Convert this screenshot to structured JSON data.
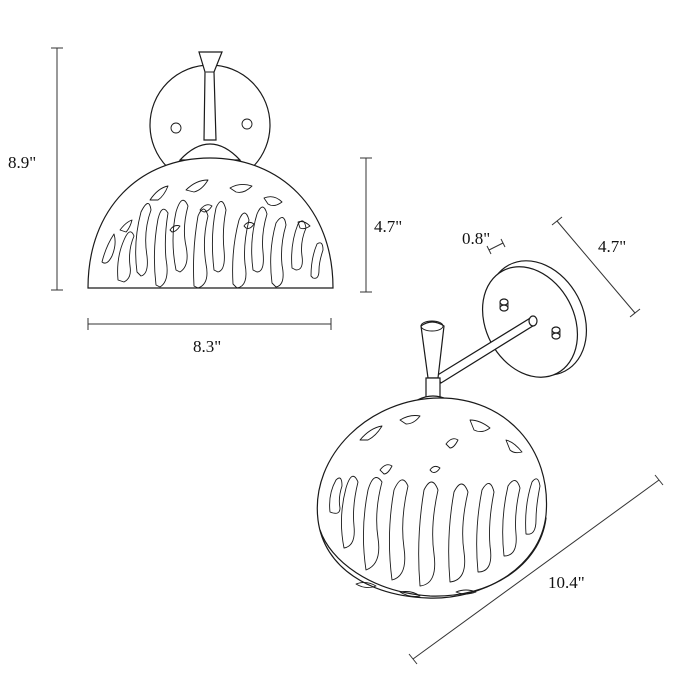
{
  "dimensions": {
    "front_height": "8.9\"",
    "front_shade_height": "4.7\"",
    "front_width": "8.3\"",
    "side_arm_gap": "0.8\"",
    "side_plate_diameter": "4.7\"",
    "side_extension": "10.4\""
  },
  "colors": {
    "line": "#1a1a1a",
    "background": "#ffffff"
  }
}
